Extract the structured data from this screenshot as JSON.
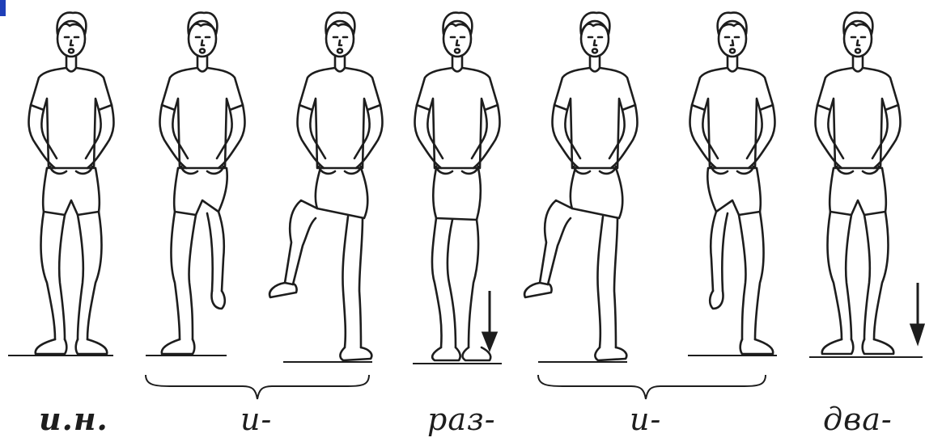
{
  "captions": [
    "и.н.",
    "и-",
    "раз-",
    "и-",
    "два-"
  ],
  "colors": {
    "ink": "#1d1d1d",
    "accent": "#1f3fb8",
    "background": "#ffffff"
  }
}
